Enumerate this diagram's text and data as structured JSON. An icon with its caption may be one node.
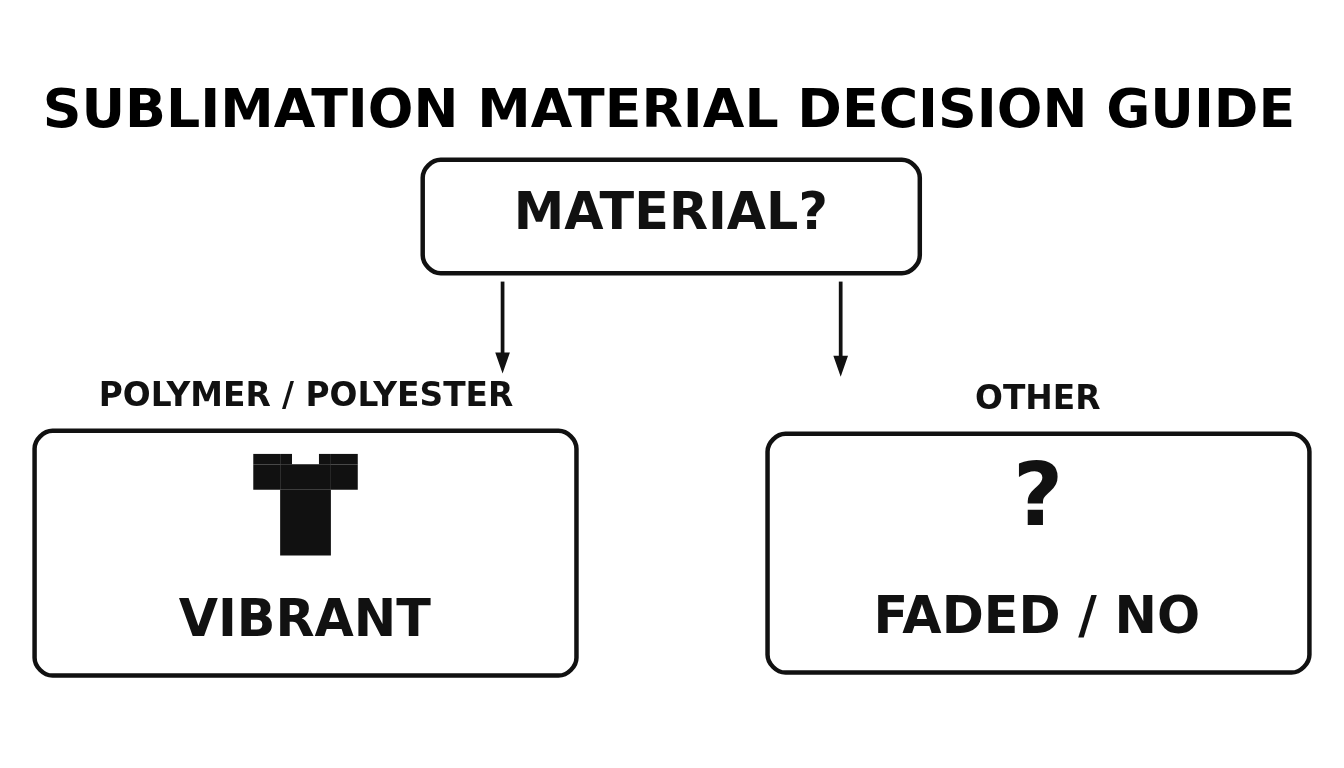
{
  "diagram": {
    "title": "SUBLIMATION MATERIAL DECISION GUIDE",
    "nodes": [
      {
        "text": [
          "MATERIAL?"
        ]
      },
      {
        "text": [
          "POLYMER / POLYESTER",
          "VIBRANT"
        ]
      },
      {
        "text": [
          "OTHER",
          "?",
          "FADED / NO"
        ]
      }
    ],
    "edges": [
      {
        "from": 0,
        "to": 1,
        "arrow": "to"
      },
      {
        "from": 0,
        "to": 2,
        "arrow": "to"
      }
    ]
  }
}
